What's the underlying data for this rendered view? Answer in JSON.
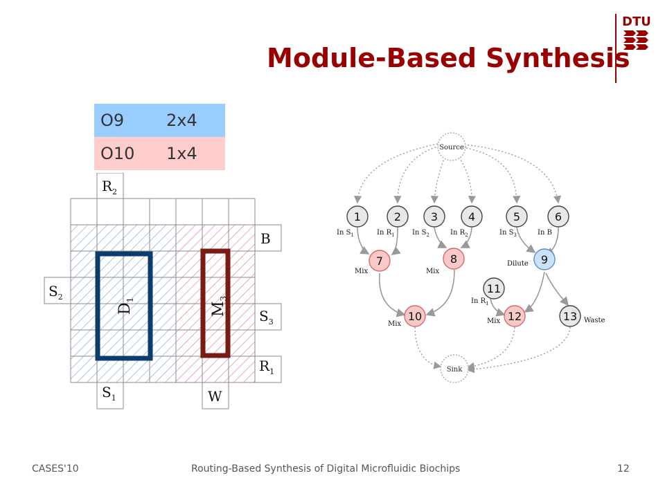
{
  "slide": {
    "title": "Module-Based Synthesis",
    "logo_text": "DTU",
    "footer_left": "CASES'10",
    "footer_center": "Routing-Based Synthesis of Digital Microfluidic Biochips",
    "page_number": "12"
  },
  "module_table": [
    {
      "op": "O9",
      "size": "2x4",
      "color": "#99ccff"
    },
    {
      "op": "O10",
      "size": "1x4",
      "color": "#ffcccc"
    }
  ],
  "chip": {
    "ports": {
      "r2": {
        "main": "R",
        "sub": "2"
      },
      "b": {
        "main": "B",
        "sub": ""
      },
      "s2": {
        "main": "S",
        "sub": "2"
      },
      "s3": {
        "main": "S",
        "sub": "3"
      },
      "r1": {
        "main": "R",
        "sub": "1"
      },
      "s1": {
        "main": "S",
        "sub": "1"
      },
      "w": {
        "main": "W",
        "sub": ""
      }
    },
    "modules": {
      "d1": {
        "main": "D",
        "sub": "1",
        "color": "#0b3c6e"
      },
      "m3": {
        "main": "M",
        "sub": "3",
        "color": "#7a1a14"
      }
    }
  },
  "graph": {
    "source": "Source",
    "sink": "Sink",
    "nodes": [
      {
        "id": "1",
        "label": "In S",
        "sub": "1",
        "fill": "#e8e8e8"
      },
      {
        "id": "2",
        "label": "In R",
        "sub": "1",
        "fill": "#e8e8e8"
      },
      {
        "id": "3",
        "label": "In S",
        "sub": "2",
        "fill": "#e8e8e8"
      },
      {
        "id": "4",
        "label": "In R",
        "sub": "2",
        "fill": "#e8e8e8"
      },
      {
        "id": "5",
        "label": "In S",
        "sub": "3",
        "fill": "#e8e8e8"
      },
      {
        "id": "6",
        "label": "In B",
        "sub": "",
        "fill": "#e8e8e8"
      },
      {
        "id": "7",
        "label": "Mix",
        "sub": "",
        "fill": "#f8c9c9"
      },
      {
        "id": "8",
        "label": "Mix",
        "sub": "",
        "fill": "#f8c9c9"
      },
      {
        "id": "9",
        "label": "Dilute",
        "sub": "",
        "fill": "#c9e2f8"
      },
      {
        "id": "10",
        "label": "Mix",
        "sub": "",
        "fill": "#f8c9c9"
      },
      {
        "id": "11",
        "label": "In R",
        "sub": "1",
        "fill": "#e8e8e8"
      },
      {
        "id": "12",
        "label": "Mix",
        "sub": "",
        "fill": "#f8c9c9"
      },
      {
        "id": "13",
        "label": "Waste",
        "sub": "",
        "fill": "#e8e8e8"
      }
    ]
  }
}
